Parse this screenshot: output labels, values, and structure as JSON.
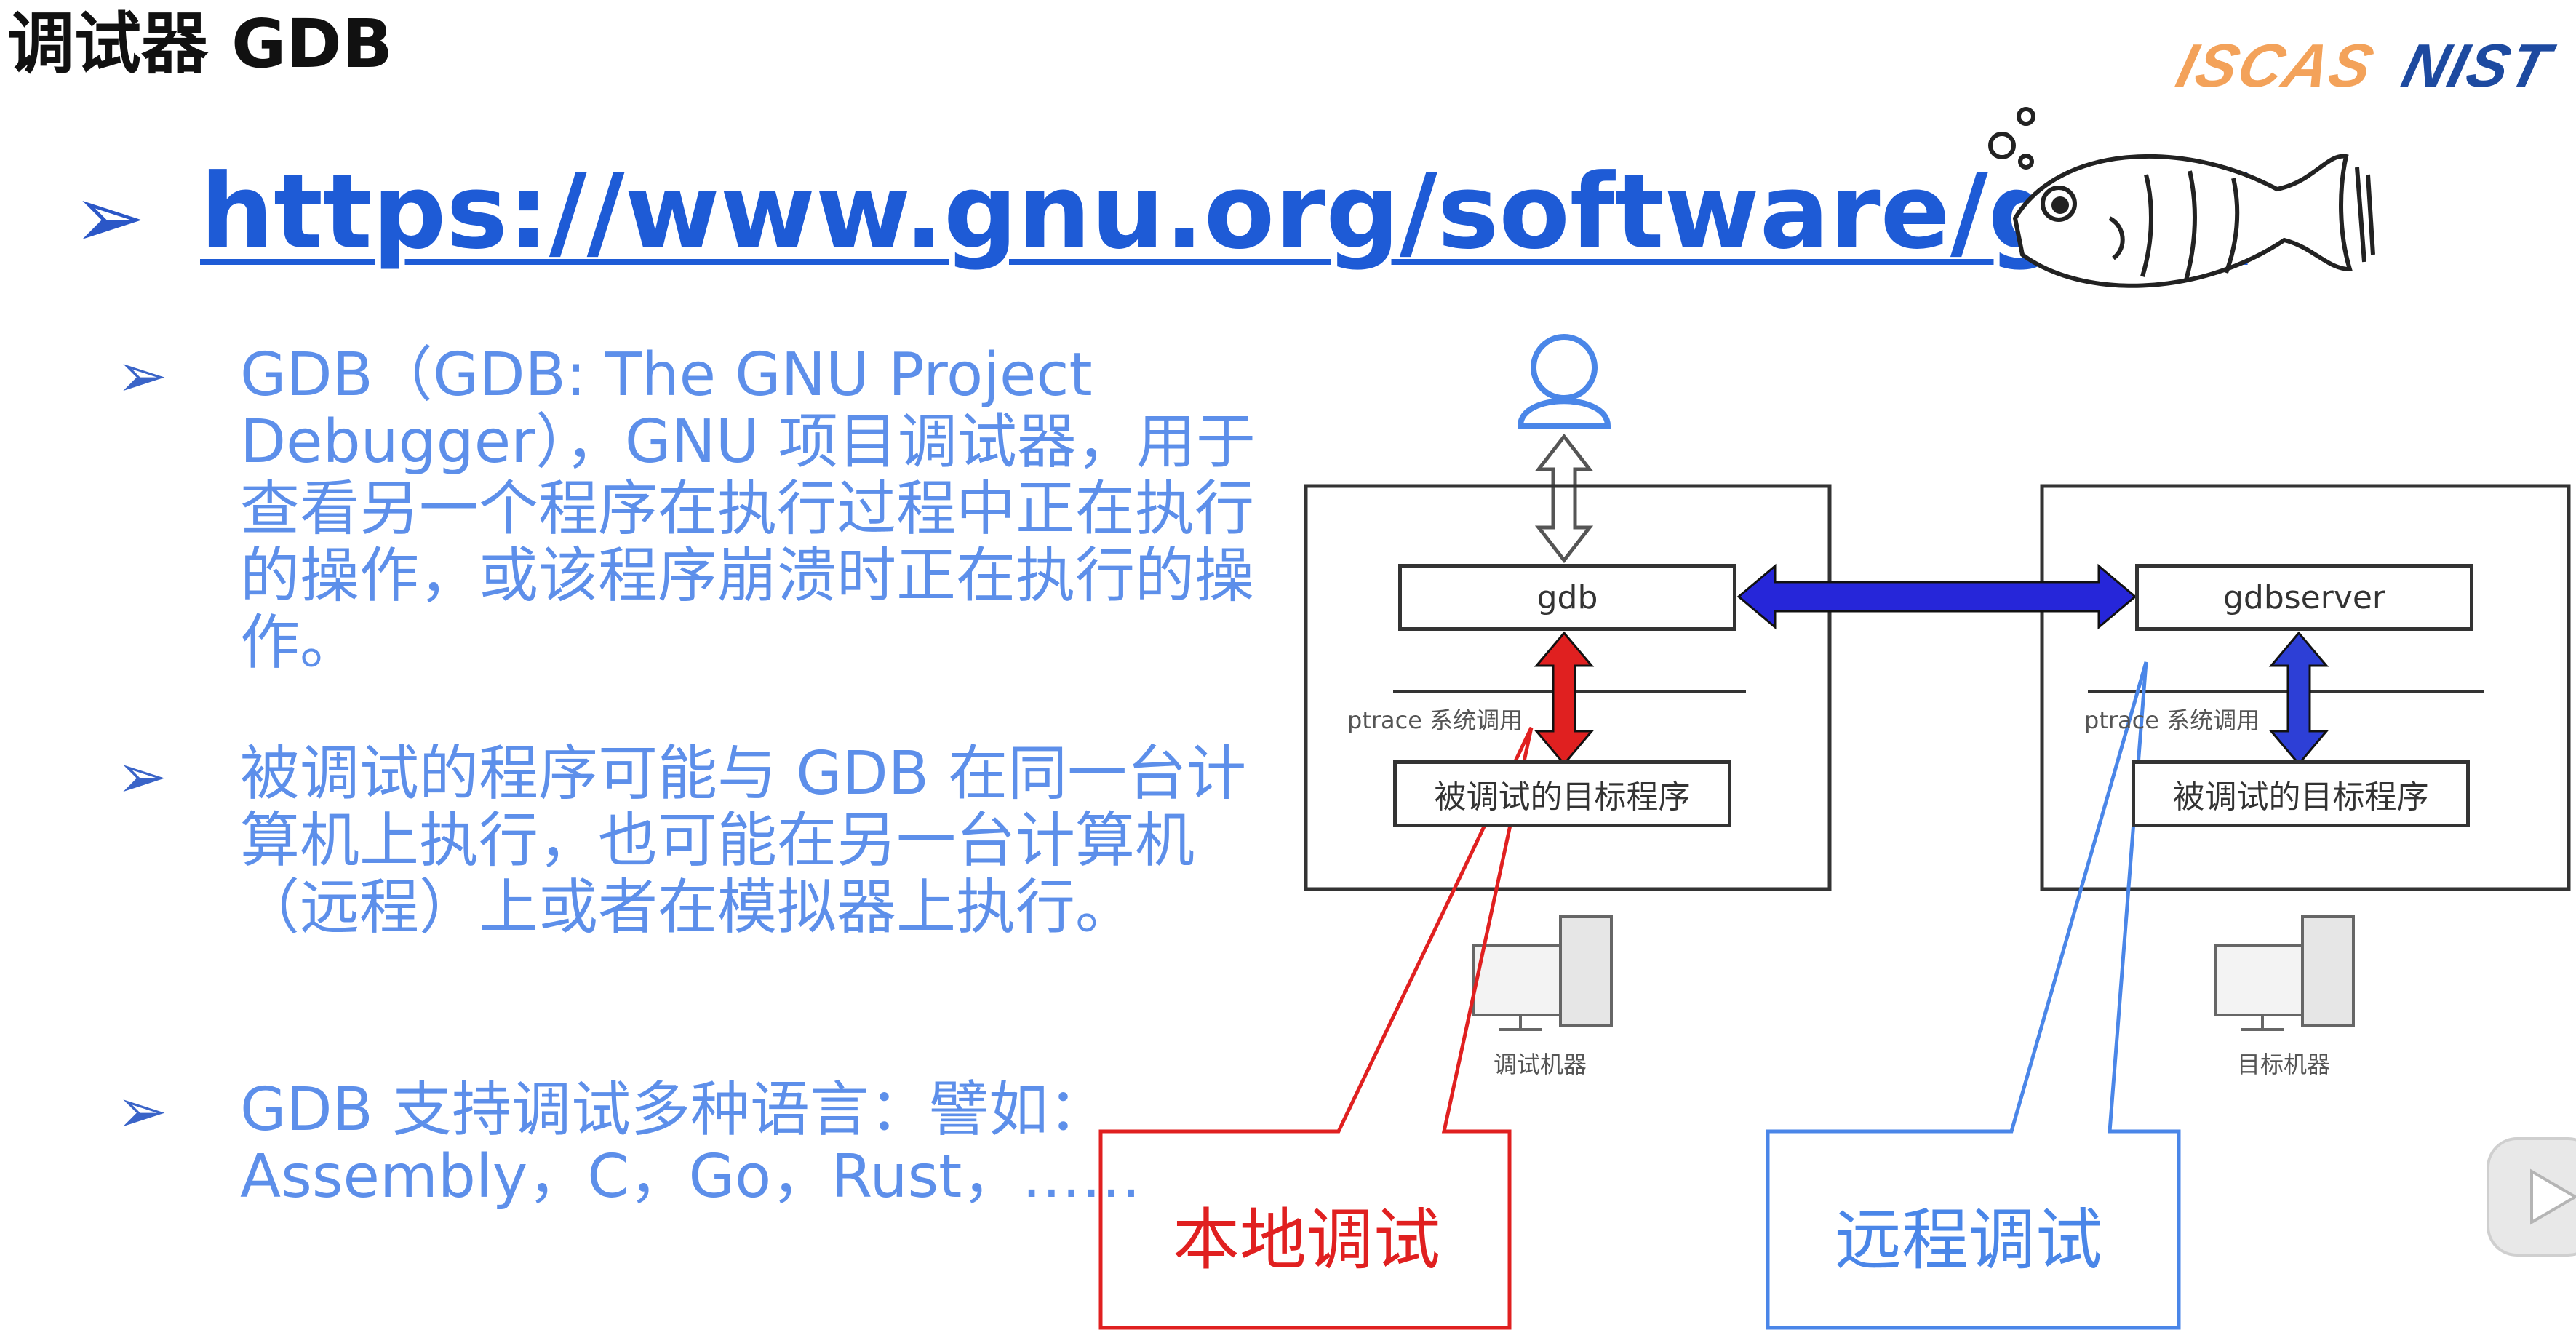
{
  "slide": {
    "title": "调试器 GDB",
    "logos": {
      "left": "ISCAS",
      "right": "NIST"
    },
    "url_link": "https://www.gnu.org/software/gdb/",
    "bullet_glyph": "➢",
    "bullets": [
      {
        "text": "GDB（GDB: The GNU Project Debugger），GNU 项目调试器，用于查看另一个程序在执行过程中正在执行的操作，或该程序崩溃时正在执行的操作。"
      },
      {
        "text": "被调试的程序可能与 GDB 在同一台计算机上执行，也可能在另一台计算机（远程）上或者在模拟器上执行。"
      },
      {
        "text": "GDB 支持调试多种语言：譬如：Assembly，C，Go，Rust，……"
      }
    ]
  },
  "diagram": {
    "local": {
      "gdb_label": "gdb",
      "ptrace_label": "ptrace 系统调用",
      "target_label": "被调试的目标程序",
      "machine_label": "调试机器"
    },
    "remote": {
      "gdbserver_label": "gdbserver",
      "ptrace_label": "ptrace 系统调用",
      "target_label": "被调试的目标程序",
      "machine_label": "目标机器"
    },
    "callouts": {
      "local_label": "本地调试",
      "remote_label": "远程调试",
      "local_color": "#e02020",
      "remote_color": "#4a86e8"
    },
    "colors": {
      "link_arrow": "#2626d9",
      "ptrace_local": "#e02020",
      "ptrace_remote": "#2d3fd6"
    }
  },
  "icons": [
    "user-icon",
    "fish-icon",
    "computer-icon",
    "play-icon"
  ]
}
